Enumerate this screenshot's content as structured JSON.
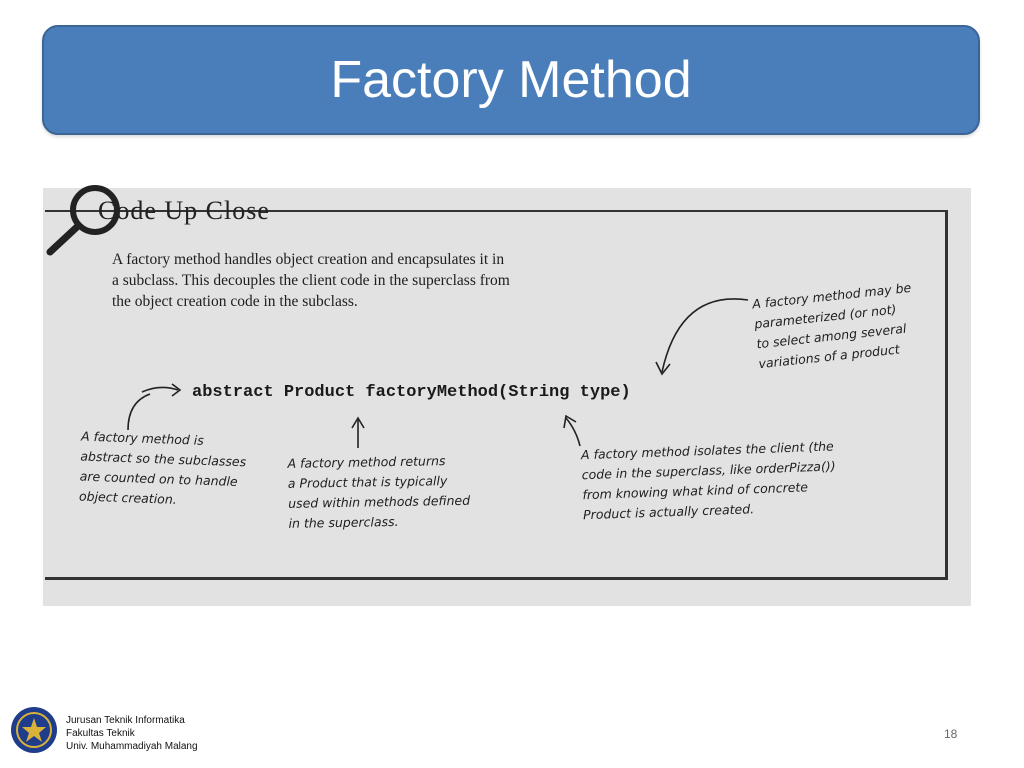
{
  "slide": {
    "title": "Factory Method",
    "page_number": "18"
  },
  "figure": {
    "heading": "Code Up Close",
    "intro_lines": [
      "A factory method handles object creation and encapsulates it in",
      "a subclass.  This decouples the client code in the superclass from",
      "the object creation code in the subclass."
    ],
    "code_line": "abstract Product factoryMethod(String type)",
    "note_abstract": [
      "A factory method is",
      "abstract so the subclasses",
      "are counted on to handle",
      "object creation."
    ],
    "note_returns": [
      "A factory method returns",
      "a Product that is typically",
      "used within methods defined",
      "in the superclass."
    ],
    "note_isolates": [
      "A factory method isolates the client (the",
      "code in the superclass, like orderPizza())",
      "from knowing what kind of concrete",
      "Product is actually created."
    ],
    "note_parameterized": [
      "A factory method may be",
      "parameterized (or not)",
      "to select among several",
      "variations of a product"
    ]
  },
  "footer": {
    "line1": "Jurusan Teknik Informatika",
    "line2": "Fakultas Teknik",
    "line3": "Univ. Muhammadiyah Malang"
  },
  "colors": {
    "title_bar": "#4a7ebb",
    "title_border": "#3a6595",
    "figure_bg": "#e2e2e2",
    "logo_blue": "#1f3d8a",
    "logo_gold": "#d9b23a"
  },
  "icons": {
    "magnifier": "magnifying-glass-icon",
    "logo": "university-seal-icon"
  }
}
